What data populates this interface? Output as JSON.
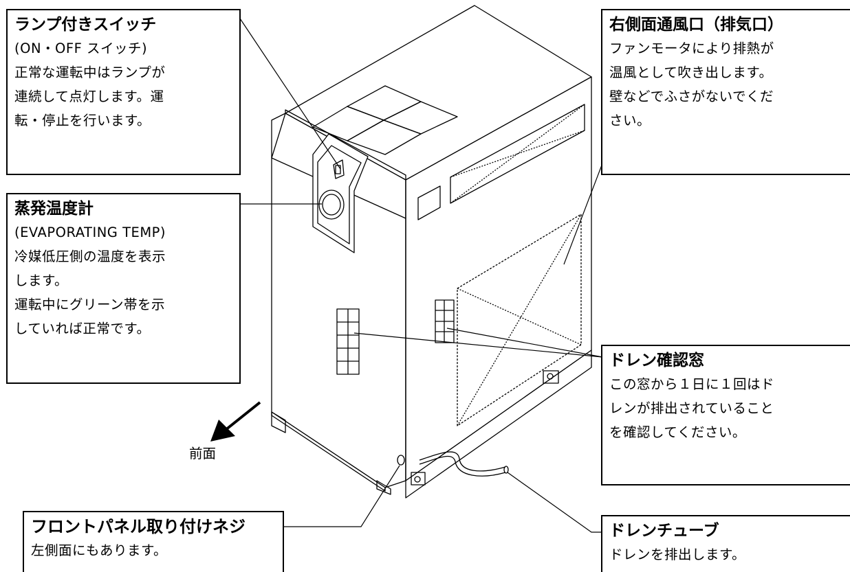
{
  "callouts": {
    "lamp_switch": {
      "title": "ランプ付きスイッチ",
      "lines": [
        "(ON・OFF スイッチ)",
        "正常な運転中はランプが",
        "連続して点灯します。運",
        "転・停止を行います。"
      ]
    },
    "evap_gauge": {
      "title": "蒸発温度計",
      "lines": [
        "(EVAPORATING TEMP)",
        "冷媒低圧側の温度を表示",
        "します。",
        "運転中にグリーン帯を示",
        "していれば正常です。"
      ]
    },
    "right_vent": {
      "title": "右側面通風口（排気口）",
      "lines": [
        "ファンモータにより排熱が",
        "温風として吹き出します。",
        "壁などでふさがないでくだ",
        "さい。"
      ]
    },
    "drain_window": {
      "title": "ドレン確認窓",
      "lines": [
        "この窓から１日に１回はド",
        "レンが排出されていること",
        "を確認してください。"
      ]
    },
    "drain_tube": {
      "title": "ドレンチューブ",
      "lines": [
        "ドレンを排出します。"
      ]
    },
    "front_screw": {
      "title": "フロントパネル取り付けネジ",
      "lines": [
        "左側面にもあります。"
      ]
    }
  },
  "front_label": "前面"
}
